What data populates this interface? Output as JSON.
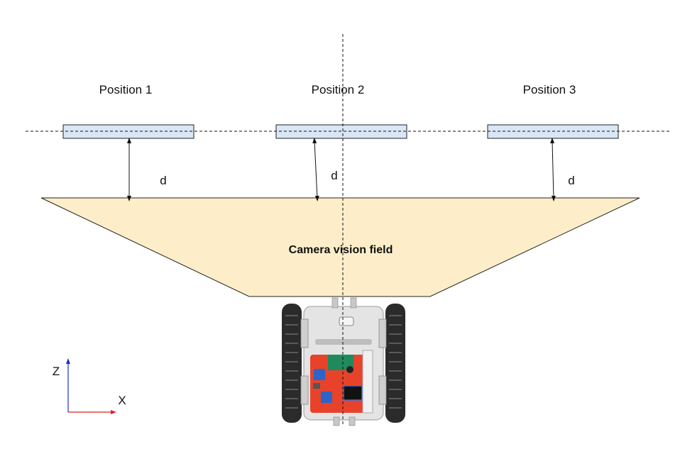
{
  "positions": [
    {
      "label": "Position 1"
    },
    {
      "label": "Position 2"
    },
    {
      "label": "Position 3"
    }
  ],
  "distance_label": "d",
  "vision_field_label": "Camera vision field",
  "axes": {
    "z_label": "Z",
    "x_label": "X",
    "z_color": "#1a33cc",
    "x_color": "#dd2222"
  },
  "colors": {
    "target_fill": "#d9e6f5",
    "vision_field_fill": "#fdeec9",
    "board_red": "#e8432a",
    "board_green": "#1f8a5b",
    "track": "#2b2b2b"
  }
}
